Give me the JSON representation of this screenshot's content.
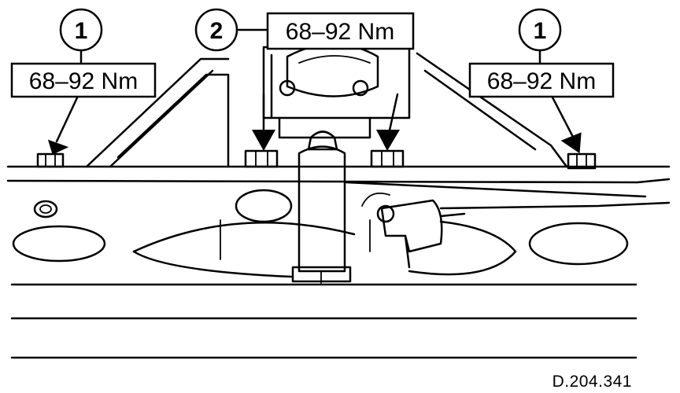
{
  "callouts": [
    {
      "number": "1",
      "torque": "68–92 Nm"
    },
    {
      "number": "2",
      "torque": "68–92 Nm"
    },
    {
      "number": "1",
      "torque": "68–92 Nm"
    }
  ],
  "figure_ref": "D.204.341"
}
